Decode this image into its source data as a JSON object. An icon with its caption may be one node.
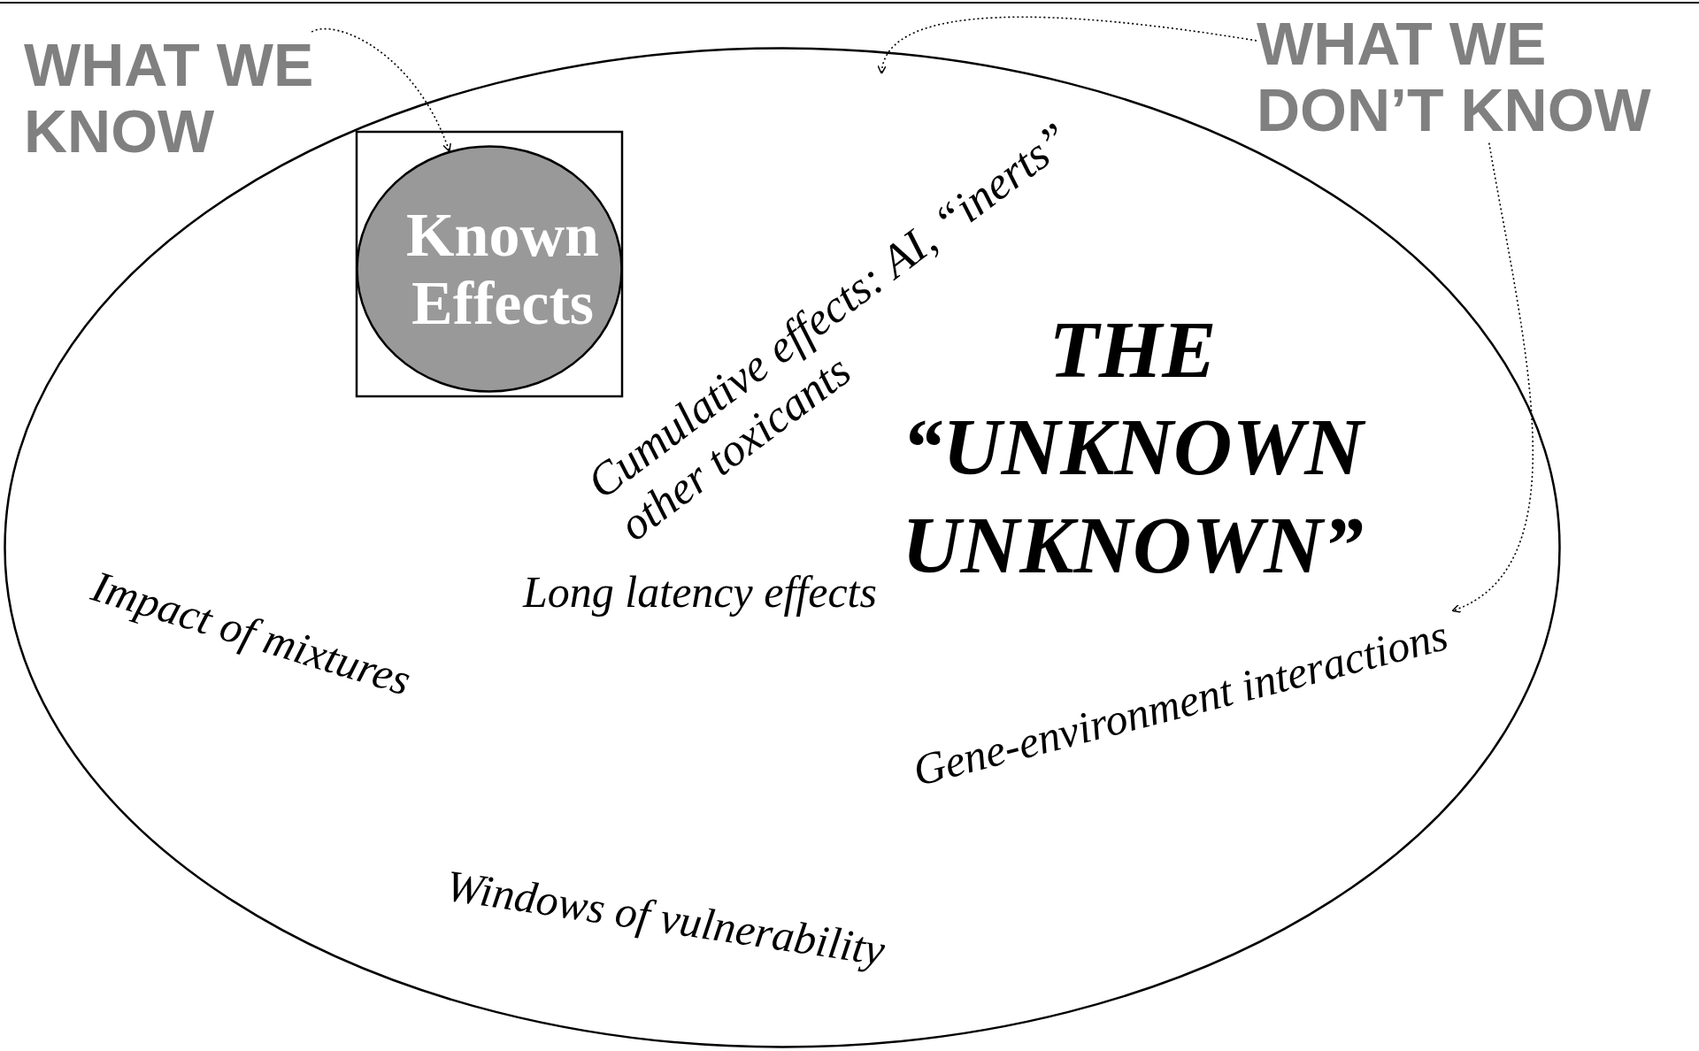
{
  "diagram": {
    "nodes": [
      {
        "text": [
          "WHAT WE KNOW"
        ]
      },
      {
        "text": [
          "WHAT WE DON’T KNOW"
        ]
      },
      {
        "text": [
          "THE “UNKNOWN UNKNOWN”"
        ]
      },
      {
        "text": [],
        "shape": "box",
        "in": 2
      },
      {
        "text": [
          "Known Effects"
        ],
        "in": 3
      },
      {
        "text": [
          "Cumulative effects: AI, “inerts” other toxicants"
        ],
        "in": 2
      },
      {
        "text": [
          "Impact of mixtures"
        ],
        "in": 2
      },
      {
        "text": [
          "Long latency effects"
        ],
        "in": 2
      },
      {
        "text": [
          "Gene-environment interactions"
        ],
        "in": 2
      },
      {
        "text": [
          "Windows of vulnerability"
        ],
        "in": 2
      }
    ],
    "edges": [
      {
        "from": 0,
        "to": 4,
        "arrow": "to",
        "style": "dashed"
      },
      {
        "from": 1,
        "to": 5,
        "arrow": "to",
        "style": "dashed"
      },
      {
        "from": 1,
        "to": 8,
        "arrow": "to",
        "style": "dashed"
      }
    ]
  }
}
